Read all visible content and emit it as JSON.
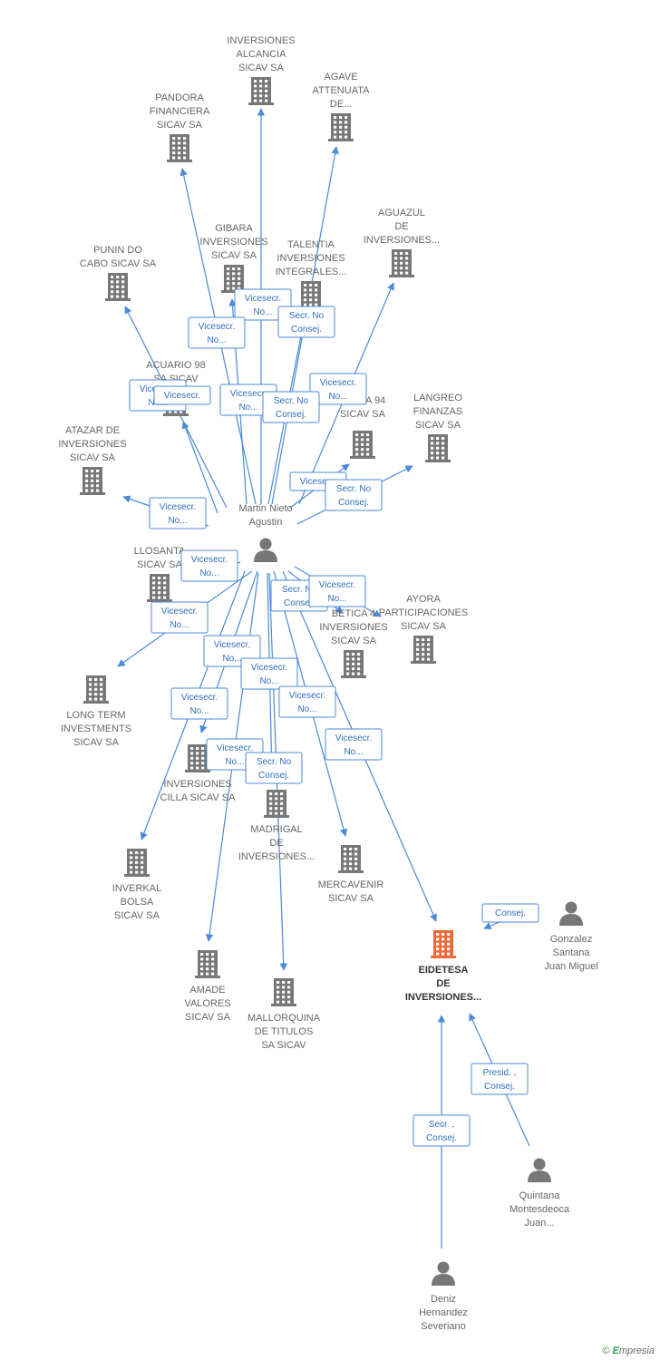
{
  "colors": {
    "edge": "#4a8ad8",
    "company": "#777777",
    "focus_company": "#ee6a3a",
    "person": "#777777"
  },
  "nodes": [
    {
      "id": "alcancia",
      "type": "company",
      "lines": [
        "INVERSIONES",
        "ALCANCIA",
        "SICAV SA"
      ]
    },
    {
      "id": "agave",
      "type": "company",
      "lines": [
        "AGAVE",
        "ATTENUATA",
        "DE..."
      ]
    },
    {
      "id": "pandora",
      "type": "company",
      "lines": [
        "PANDORA",
        "FINANCIERA",
        "SICAV SA"
      ]
    },
    {
      "id": "aguazul",
      "type": "company",
      "lines": [
        "AGUAZUL",
        "DE",
        "INVERSIONES..."
      ]
    },
    {
      "id": "gibara",
      "type": "company",
      "lines": [
        "GIBARA",
        "INVERSIONES",
        "SICAV SA"
      ]
    },
    {
      "id": "talentia",
      "type": "company",
      "lines": [
        "TALENTIA",
        "INVERSIONES",
        "INTEGRALES..."
      ]
    },
    {
      "id": "punin",
      "type": "company",
      "lines": [
        "PUNIN DO",
        "CABO SICAV SA"
      ]
    },
    {
      "id": "acuario",
      "type": "company",
      "lines": [
        "ACUARIO 98",
        "SA SICAV"
      ]
    },
    {
      "id": "atazar",
      "type": "company",
      "lines": [
        "ATAZAR DE",
        "INVERSIONES",
        "SICAV SA"
      ]
    },
    {
      "id": "ateca",
      "type": "company",
      "lines": [
        "ATECA 94",
        "SICAV SA"
      ]
    },
    {
      "id": "langreo",
      "type": "company",
      "lines": [
        "LANGREO",
        "FINANZAS",
        "SICAV SA"
      ]
    },
    {
      "id": "llosanta",
      "type": "company",
      "lines": [
        "LLOSANTA",
        "SICAV SA"
      ]
    },
    {
      "id": "betica",
      "type": "company",
      "lines": [
        "BETICA 4",
        "INVERSIONES",
        "SICAV SA"
      ]
    },
    {
      "id": "ayora",
      "type": "company",
      "lines": [
        "AYORA",
        "PARTICIPACIONES",
        "SICAV SA"
      ]
    },
    {
      "id": "longterm",
      "type": "company",
      "lines": [
        "LONG TERM",
        "INVESTMENTS",
        "SICAV SA"
      ]
    },
    {
      "id": "cilla",
      "type": "company",
      "lines": [
        "INVERSIONES",
        "CILLA SICAV SA"
      ]
    },
    {
      "id": "madrigal",
      "type": "company",
      "lines": [
        "MADRIGAL",
        "DE",
        "INVERSIONES..."
      ]
    },
    {
      "id": "inverkal",
      "type": "company",
      "lines": [
        "INVERKAL",
        "BOLSA",
        "SICAV SA"
      ]
    },
    {
      "id": "mercavenir",
      "type": "company",
      "lines": [
        "MERCAVENIR",
        "SICAV SA"
      ]
    },
    {
      "id": "amade",
      "type": "company",
      "lines": [
        "AMADE",
        "VALORES",
        "SICAV SA"
      ]
    },
    {
      "id": "mallorquina",
      "type": "company",
      "lines": [
        "MALLORQUINA",
        "DE TITULOS",
        "SA SICAV"
      ]
    },
    {
      "id": "eidetesa",
      "type": "company",
      "focus": true,
      "lines": [
        "EIDETESA",
        "DE",
        "INVERSIONES..."
      ]
    },
    {
      "id": "martin",
      "type": "person",
      "lines": [
        "Martin Nieto",
        "Agustin"
      ]
    },
    {
      "id": "gonzalez",
      "type": "person",
      "lines": [
        "Gonzalez",
        "Santana",
        "Juan Miguel"
      ]
    },
    {
      "id": "quintana",
      "type": "person",
      "lines": [
        "Quintana",
        "Montesdeoca",
        "Juan..."
      ]
    },
    {
      "id": "deniz",
      "type": "person",
      "lines": [
        "Deniz",
        "Hernandez",
        "Severiano"
      ]
    }
  ],
  "edges": [
    {
      "from": "martin",
      "to": "alcancia",
      "label": [
        "Vicesecr.",
        "No..."
      ]
    },
    {
      "from": "martin",
      "to": "agave",
      "label": [
        "Secr.  No",
        "Consej."
      ]
    },
    {
      "from": "martin",
      "to": "pandora",
      "label": [
        "Vicesecr.",
        "No..."
      ]
    },
    {
      "from": "martin",
      "to": "aguazul",
      "label": [
        "Vicesecr.",
        "No..."
      ]
    },
    {
      "from": "martin",
      "to": "gibara",
      "label": [
        "Vicesecr.",
        "No..."
      ]
    },
    {
      "from": "martin",
      "to": "talentia",
      "label": [
        "Secr.  No",
        "Consej."
      ]
    },
    {
      "from": "martin",
      "to": "punin",
      "label": [
        "Vicesecr.",
        "No..."
      ]
    },
    {
      "from": "martin",
      "to": "acuario",
      "label": [
        "Vicesecr."
      ]
    },
    {
      "from": "martin",
      "to": "atazar",
      "label": [
        "Vicesecr.",
        "No..."
      ]
    },
    {
      "from": "martin",
      "to": "ateca",
      "label": [
        "Vicesecr."
      ]
    },
    {
      "from": "martin",
      "to": "langreo",
      "label": [
        "Secr.  No",
        "Consej."
      ]
    },
    {
      "from": "martin",
      "to": "llosanta",
      "label": [
        "Vicesecr.",
        "No..."
      ]
    },
    {
      "from": "martin",
      "to": "betica",
      "label": [
        "Secr.  No",
        "Consej."
      ]
    },
    {
      "from": "martin",
      "to": "ayora",
      "label": [
        "Vicesecr.",
        "No..."
      ]
    },
    {
      "from": "martin",
      "to": "longterm",
      "label": [
        "Vicesecr.",
        "No..."
      ]
    },
    {
      "from": "martin",
      "to": "cilla",
      "label": [
        "Vicesecr.",
        "No..."
      ]
    },
    {
      "from": "martin",
      "to": "madrigal",
      "label": [
        "Vicesecr.",
        "No..."
      ]
    },
    {
      "from": "martin",
      "to": "inverkal",
      "label": [
        "Vicesecr.",
        "No..."
      ]
    },
    {
      "from": "martin",
      "to": "mercavenir",
      "label": [
        "Vicesecr.",
        "No..."
      ]
    },
    {
      "from": "martin",
      "to": "amade",
      "label": [
        "Vicesecr.",
        "No..."
      ]
    },
    {
      "from": "martin",
      "to": "mallorquina",
      "label": [
        "Secr.  No",
        "Consej."
      ]
    },
    {
      "from": "martin",
      "to": "eidetesa",
      "label": [
        "Vicesecr.",
        "No..."
      ]
    },
    {
      "from": "gonzalez",
      "to": "eidetesa",
      "label": [
        "Consej."
      ]
    },
    {
      "from": "quintana",
      "to": "eidetesa",
      "label": [
        "Presid. ,",
        "Consej."
      ]
    },
    {
      "from": "deniz",
      "to": "eidetesa",
      "label": [
        "Secr. ,",
        "Consej."
      ]
    }
  ],
  "footer": {
    "copyright": "©",
    "brand_initial": "E",
    "brand_rest": "mpresia"
  }
}
